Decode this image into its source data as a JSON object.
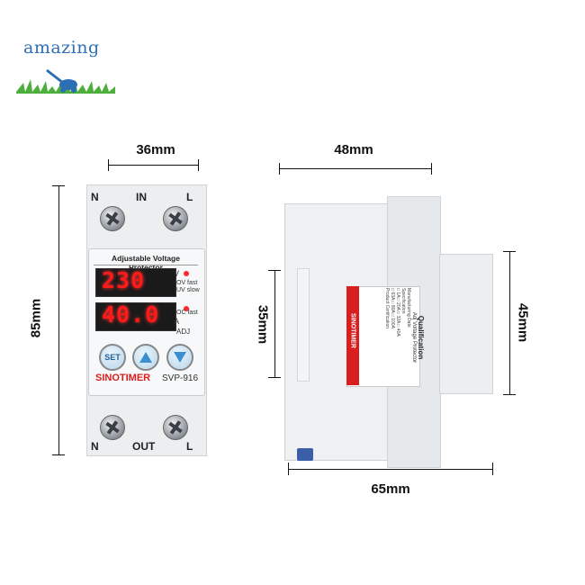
{
  "logo": {
    "text": "amazing"
  },
  "dimensions": {
    "front_width": "36mm",
    "front_height": "85mm",
    "side_depth": "48mm",
    "side_mid": "35mm",
    "side_right": "45mm",
    "side_total": "65mm"
  },
  "device": {
    "top_terminals": {
      "left": "N",
      "mid": "IN",
      "right": "L"
    },
    "bottom_terminals": {
      "left": "N",
      "mid": "OUT",
      "right": "L"
    },
    "panel_title": "Adjustable Voltage Protector",
    "display_voltage": "230",
    "display_current": "40.0",
    "unit_voltage": "V",
    "unit_current": "A",
    "ov_fast": "OV fast",
    "uv_slow": "UV slow",
    "oc_fast": "OC fast",
    "adj": "ADJ",
    "set_button": "SET",
    "brand": "SINOTIMER",
    "model": "SVP-916"
  },
  "side_label": {
    "title": "Qualification",
    "subtitle": "Adj Voltage Protector",
    "brand": "SINOTIMER",
    "rows": [
      "Manufacturing Date",
      "Specification",
      "□ 1A □ 20A □ 32A □ 40A",
      "□ 63A □ 80A □ 100A",
      "Product Certification"
    ]
  },
  "colors": {
    "lcd_red": "#ff1a1a",
    "brand_red": "#d81e1e",
    "logo_blue": "#2d6fb5",
    "button_blue": "#3a8fd0"
  }
}
